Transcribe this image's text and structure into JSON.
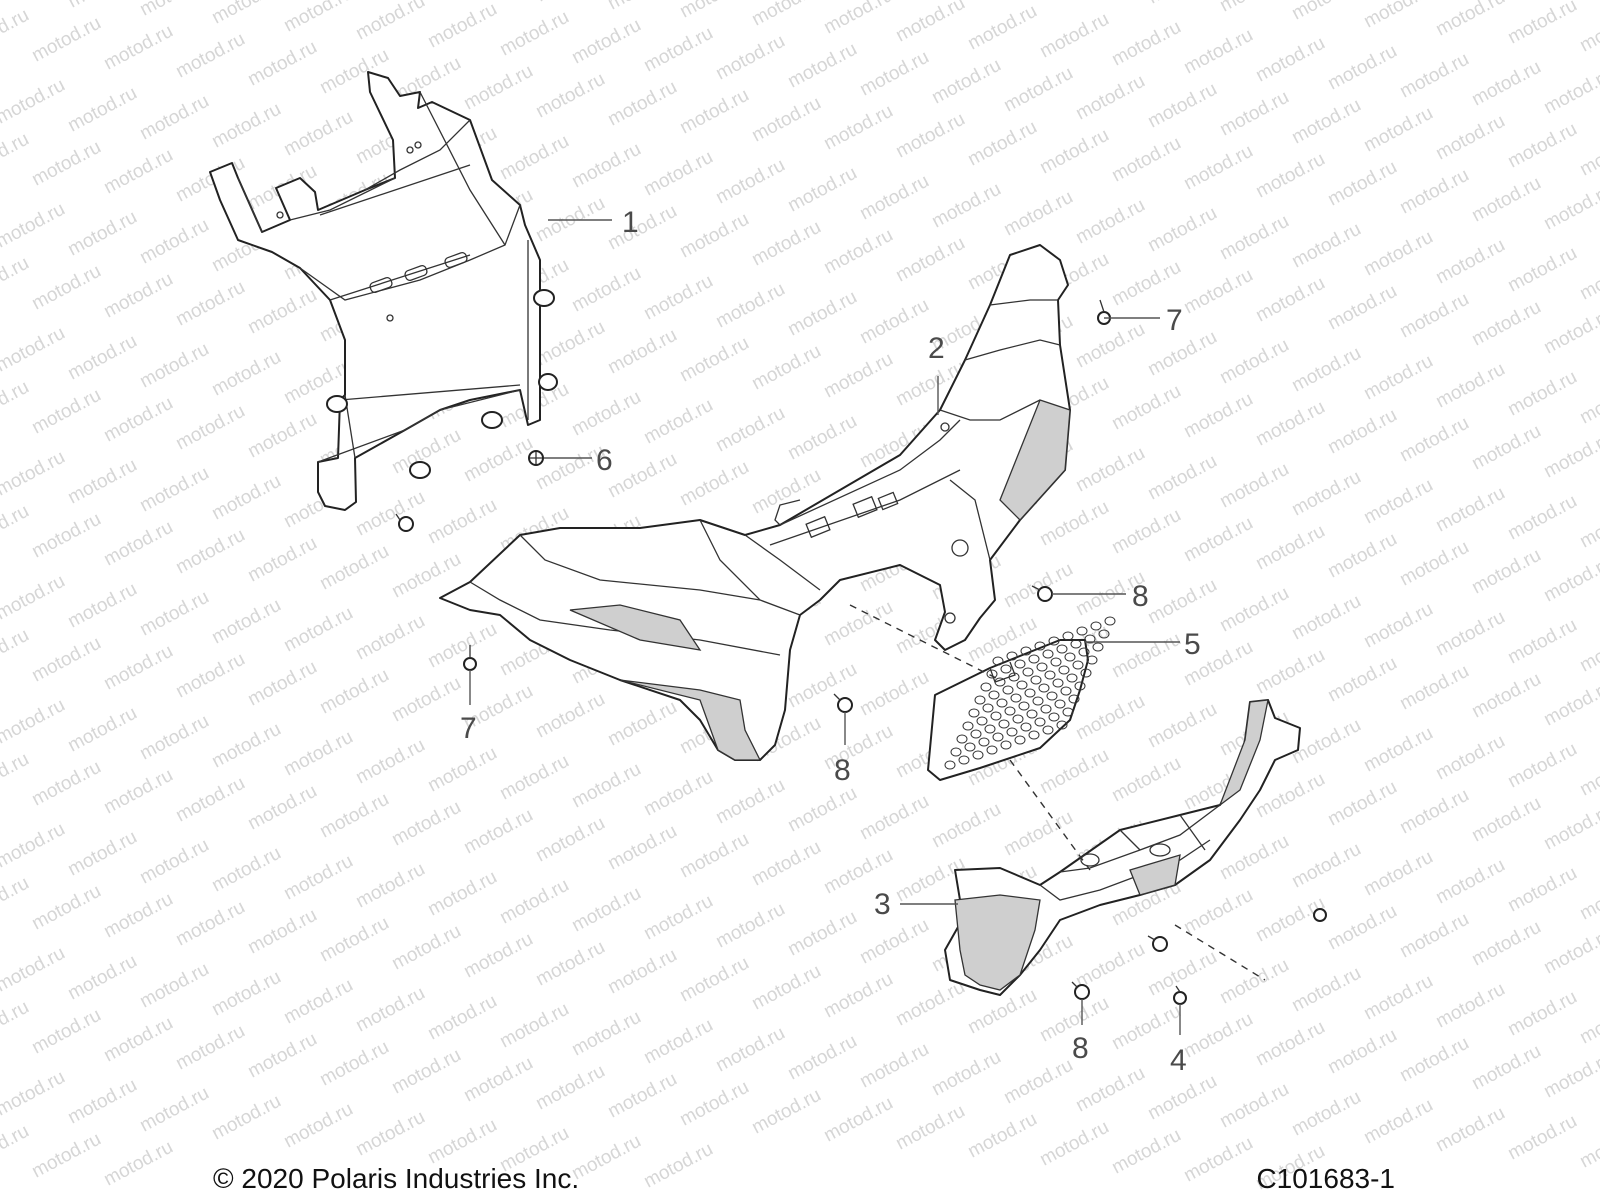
{
  "watermark": {
    "text": "motod.ru",
    "color": "#d6d6d6"
  },
  "callouts": [
    {
      "id": "callout-1",
      "label": "1"
    },
    {
      "id": "callout-2",
      "label": "2"
    },
    {
      "id": "callout-3",
      "label": "3"
    },
    {
      "id": "callout-4",
      "label": "4"
    },
    {
      "id": "callout-5",
      "label": "5"
    },
    {
      "id": "callout-6",
      "label": "6"
    },
    {
      "id": "callout-7-top",
      "label": "7"
    },
    {
      "id": "callout-7-left",
      "label": "7"
    },
    {
      "id": "callout-8-right",
      "label": "8"
    },
    {
      "id": "callout-8-center",
      "label": "8"
    },
    {
      "id": "callout-8-bottom",
      "label": "8"
    }
  ],
  "footer": {
    "copyright": "© 2020 Polaris Industries Inc.",
    "drawing_id": "C101683-1"
  },
  "colors": {
    "line": "#222222",
    "shade": "#cfcfcf",
    "callout": "#4a4a4a"
  }
}
